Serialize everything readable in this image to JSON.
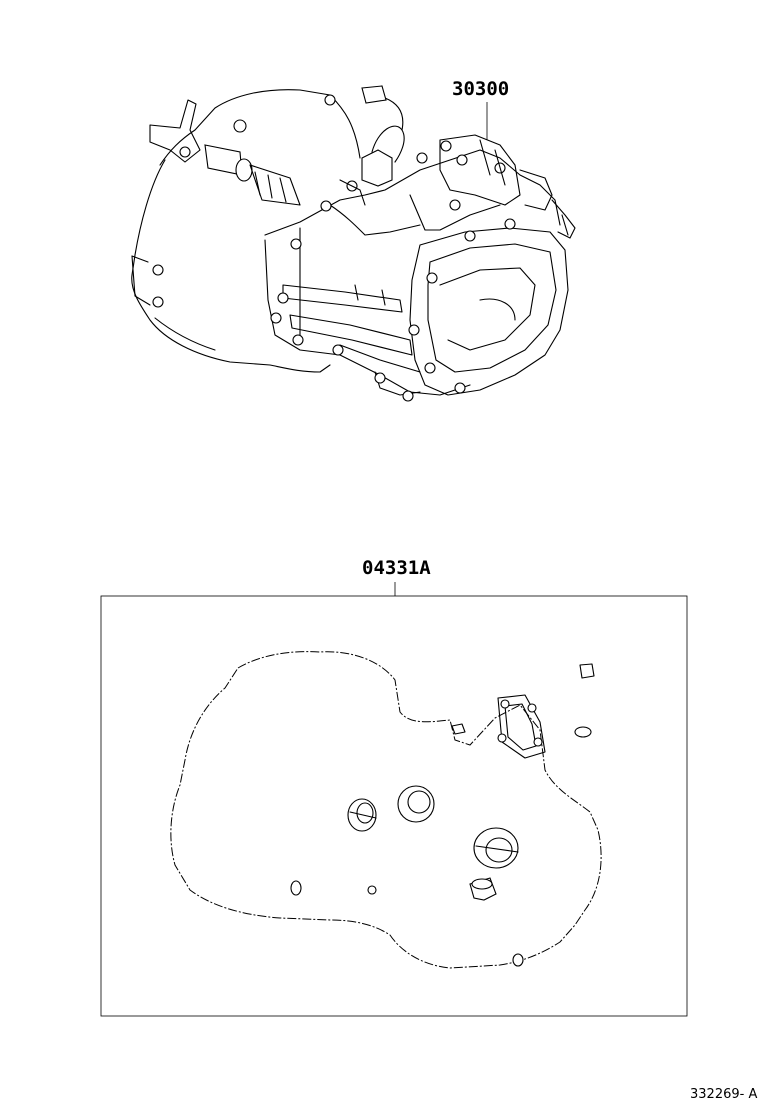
{
  "labels": {
    "transmission_part": "30300",
    "gasket_kit_part": "04331A",
    "figure_id": "332269- A"
  }
}
